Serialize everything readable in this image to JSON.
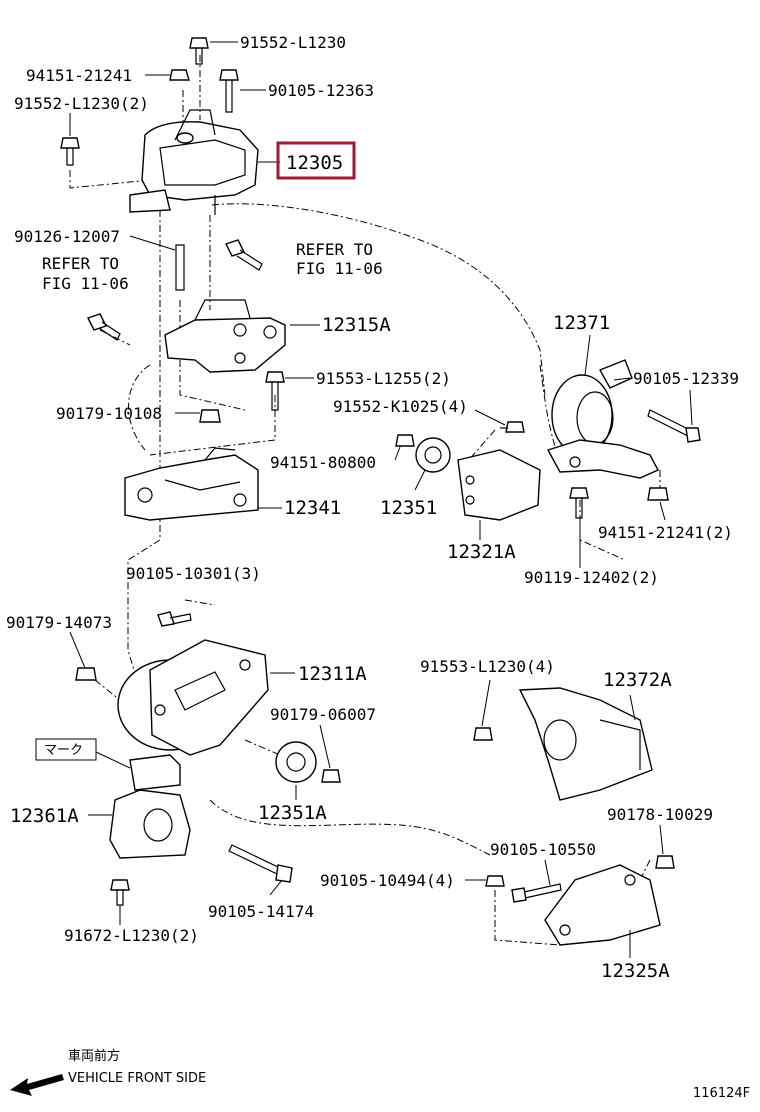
{
  "labels": {
    "l91552_L1230": "91552-L1230",
    "l94151_21241": "94151-21241",
    "l90105_12363": "90105-12363",
    "l91552_L1230_2": "91552-L1230(2)",
    "l12305": "12305",
    "l90126_12007": "90126-12007",
    "refer_a1": "REFER TO",
    "refer_a2": "FIG 11-06",
    "refer_b1": "REFER TO",
    "refer_b2": "FIG 11-06",
    "l12315A": "12315A",
    "l12371": "12371",
    "l90105_12339": "90105-12339",
    "l91553_L1255_2": "91553-L1255(2)",
    "l91552_K1025_4": "91552-K1025(4)",
    "l90179_10108": "90179-10108",
    "l94151_80800": "94151-80800",
    "l12341": "12341",
    "l12351": "12351",
    "l94151_21241_2": "94151-21241(2)",
    "l12321A": "12321A",
    "l90119_12402_2": "90119-12402(2)",
    "l90105_10301_3": "90105-10301(3)",
    "l90179_14073": "90179-14073",
    "l12311A": "12311A",
    "l91553_L1230_4": "91553-L1230(4)",
    "l12372A": "12372A",
    "l90179_06007": "90179-06007",
    "mark": "マーク",
    "l12351A": "12351A",
    "l12361A": "12361A",
    "l90178_10029": "90178-10029",
    "l90105_10550": "90105-10550",
    "l90105_10494_4": "90105-10494(4)",
    "l90105_14174": "90105-14174",
    "l91672_L1230_2": "91672-L1230(2)",
    "l12325A": "12325A",
    "front_jp": "車両前方",
    "front_en": "VEHICLE FRONT SIDE",
    "fig_code": "116124F"
  },
  "highlight_color": "#9b1b30"
}
